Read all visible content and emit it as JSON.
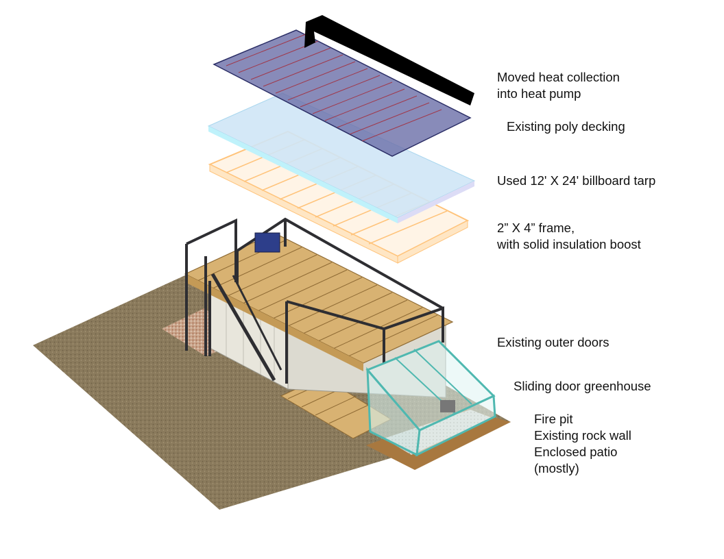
{
  "labels": {
    "heat_collection": [
      "Moved heat collection",
      "into heat pump"
    ],
    "poly_decking": "Existing poly decking",
    "billboard_tarp": "Used 12' X 24' billboard tarp",
    "frame": [
      "2” X 4” frame,",
      "with solid insulation boost"
    ],
    "outer_doors": "Existing outer doors",
    "greenhouse": "Sliding door greenhouse",
    "patio": [
      "Fire pit",
      "Existing rock wall",
      "Enclosed patio",
      "(mostly)"
    ]
  },
  "colors": {
    "ground": "#8a7a5c",
    "solar_panel": "#6a6ea8",
    "panel_line": "#a0384a",
    "decking": "#cfe6f6",
    "frame_wood": "#ffd9a8",
    "lumber": "#d8b272",
    "container": "#e8e6dc",
    "steel": "#2e2e32",
    "glass": "#4fb8b0",
    "arrow": "#000000"
  }
}
